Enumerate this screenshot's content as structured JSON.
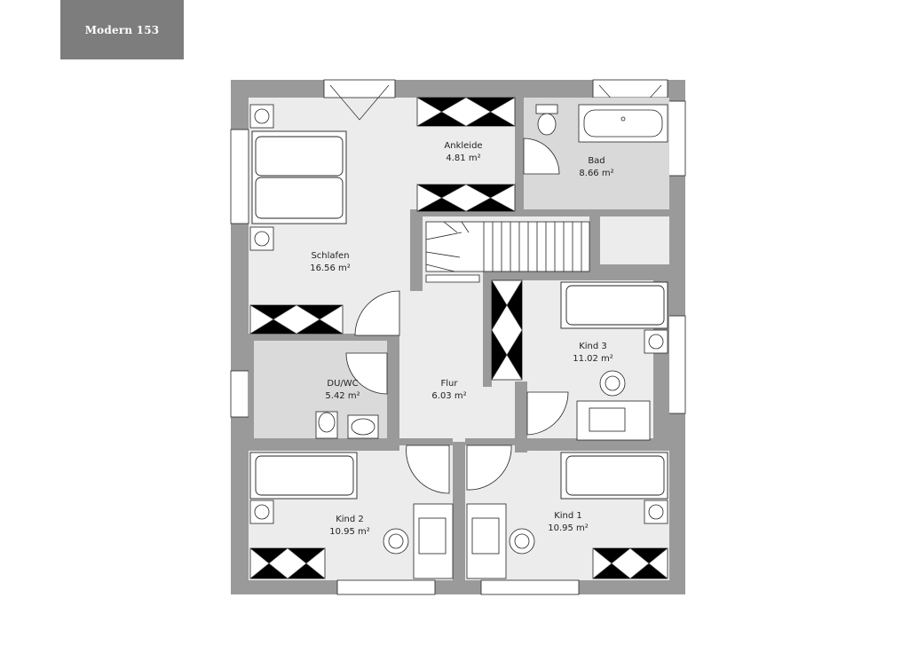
{
  "header": {
    "model_label": "Modern 153"
  },
  "rooms": [
    {
      "id": "ankleide",
      "name": "Ankleide",
      "area": "4.81 m²"
    },
    {
      "id": "bad",
      "name": "Bad",
      "area": "8.66 m²"
    },
    {
      "id": "schlafen",
      "name": "Schlafen",
      "area": "16.56 m²"
    },
    {
      "id": "kind3",
      "name": "Kind 3",
      "area": "11.02 m²"
    },
    {
      "id": "duwc",
      "name": "DU/WC",
      "area": "5.42 m²"
    },
    {
      "id": "flur",
      "name": "Flur",
      "area": "6.03 m²"
    },
    {
      "id": "kind2",
      "name": "Kind 2",
      "area": "10.95 m²"
    },
    {
      "id": "kind1",
      "name": "Kind 1",
      "area": "10.95 m²"
    }
  ],
  "colors": {
    "wall": "#9a9a9a",
    "floor": "#ececec",
    "line": "#222222",
    "badge": "#7d7d7d"
  }
}
